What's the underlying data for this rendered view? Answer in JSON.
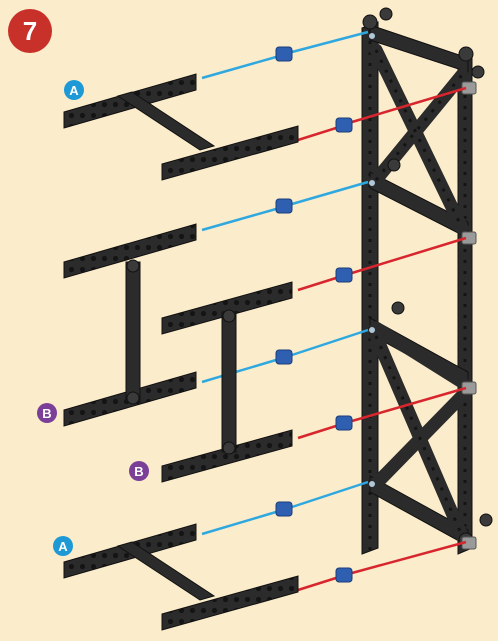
{
  "step": {
    "number": "7",
    "color": "#c8302a"
  },
  "labels": {
    "a": "A",
    "b": "B"
  },
  "colors": {
    "background": "#fbeccb",
    "beam": "#2b2b2b",
    "beam_hole": "#141414",
    "connector": "#2f5fb0",
    "blue_line": "#2fa8e0",
    "red_line": "#d7262e",
    "label_a": "#1d9ad6",
    "label_b": "#7b3f98"
  },
  "icons": [
    "step-number-badge",
    "lego-beam",
    "blue-axle-connector",
    "tower-frame"
  ]
}
